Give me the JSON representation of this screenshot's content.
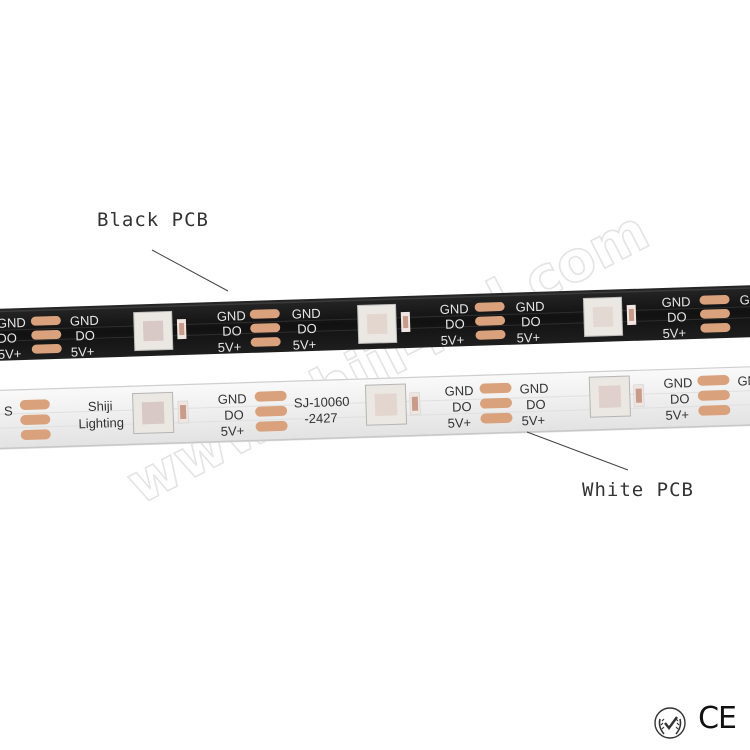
{
  "labels": {
    "black_pcb": "Black PCB",
    "white_pcb": "White PCB"
  },
  "watermark": "www.shiji-led.com",
  "strip_black": {
    "pad_labels": [
      "GND",
      "DO",
      "5V+"
    ]
  },
  "strip_white": {
    "pad_labels": [
      "GND",
      "DO",
      "5V+"
    ],
    "brand": [
      "Shiji",
      "Lighting"
    ],
    "model": [
      "SJ-10060",
      "-2427"
    ],
    "partial_text": "S"
  },
  "certifications": {
    "ce": "CE"
  },
  "colors": {
    "black_pcb": "#141414",
    "white_pcb": "#f2f2f2",
    "copper_pad": "#d9a27c",
    "led_body": "#ebe7e2",
    "led_chip": "#d8c8c6",
    "background": "#ffffff"
  }
}
